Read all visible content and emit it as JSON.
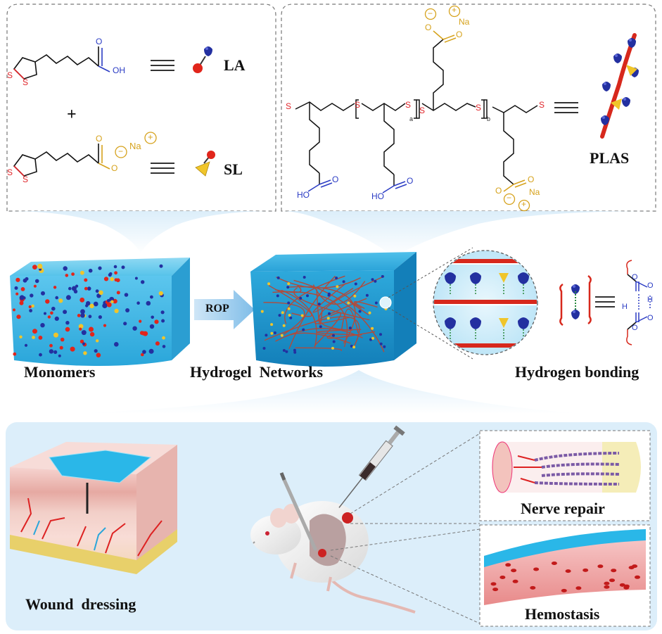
{
  "colors": {
    "panel_bg": "#dceefa",
    "panel_border": "#777777",
    "hydrogel": "#39b7e6",
    "chain_red": "#d7281c",
    "la_red": "#e1251b",
    "la_blue": "#2330a0",
    "sl_yellow": "#f0c52a",
    "sulfur_red": "#e0252a",
    "acid_blue": "#2b3cc4",
    "salt_gold": "#d6a21c",
    "arrow_blue": "#8cc3ea"
  },
  "monomers_panel": {
    "la_oh": "OH",
    "la_o": "O",
    "la_s1": "S",
    "la_s2": "S",
    "la_name": "LA",
    "plus": "+",
    "sl_o": "O",
    "sl_o_minus": "O",
    "sl_minus": "−",
    "sl_na": "Na",
    "sl_plus": "+",
    "sl_s1": "S",
    "sl_s2": "S",
    "sl_name": "SL"
  },
  "polymer_panel": {
    "s_end_left": "S",
    "s1": "S",
    "s2": "S",
    "s3": "S",
    "s4": "S",
    "s_end_right": "S",
    "sub_a": "a",
    "sub_b": "b",
    "ho_1": "HO",
    "o_1": "O",
    "ho_2": "HO",
    "o_2": "O",
    "top_o": "O",
    "top_o_minus": "O",
    "top_minus": "−",
    "top_plus": "+",
    "top_na": "Na",
    "bot_o": "O",
    "bot_o_minus": "O",
    "bot_minus": "−",
    "bot_plus": "+",
    "bot_na": "Na",
    "name": "PLAS"
  },
  "middle": {
    "monomers_label": "Monomers",
    "rop_label": "ROP",
    "hydrogel_label": "Hydrogel  Networks",
    "hbond_label": "Hydrogen bonding",
    "hb_o1": "O",
    "hb_o2": "O",
    "hb_o3": "O",
    "hb_o4": "O",
    "hb_h1": "H",
    "hb_h2": "H"
  },
  "applications": {
    "wound_label": "Wound  dressing",
    "nerve_label": "Nerve repair",
    "hemostasis_label": "Hemostasis"
  }
}
